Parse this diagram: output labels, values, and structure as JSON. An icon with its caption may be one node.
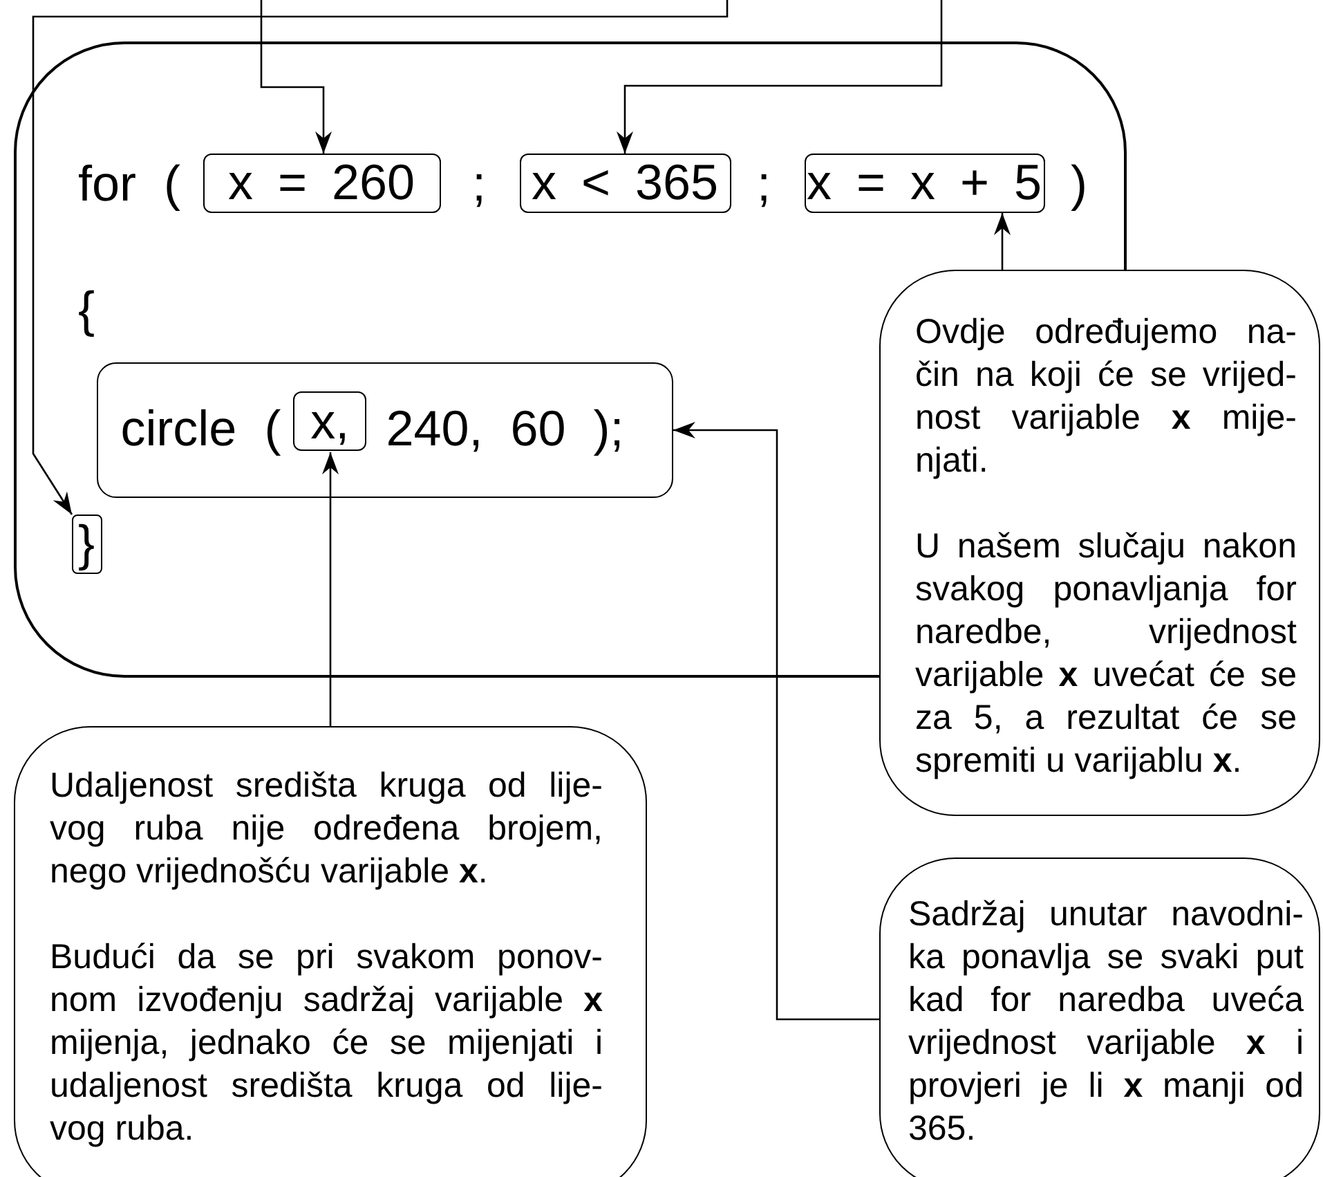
{
  "diagram": {
    "nodes": [
      {
        "text": [
          "for (",
          ";",
          ";",
          ")",
          "{"
        ]
      },
      {
        "text": [
          "x = 260"
        ],
        "in": 0
      },
      {
        "text": [
          "x < 365"
        ],
        "in": 0
      },
      {
        "text": [
          "x = x + 5"
        ],
        "in": 0
      },
      {
        "text": [
          "circle (",
          "240, 60 );"
        ],
        "in": 0
      },
      {
        "text": [
          "x,"
        ],
        "in": 4
      },
      {
        "text": [
          "}"
        ],
        "in": 0
      },
      {
        "text": [
          "Ovdje određujemo na- čin na koji će se vrijed- nost varijable **x** mije- njati.",
          "U našem slučaju nakon svakog ponavljanja for naredbe, vrijednost varijable **x** uvećat će se za 5, a rezultat će se spremiti u varijablu **x**."
        ]
      },
      {
        "text": [
          "Udaljenost središta kruga od lije- vog ruba nije određena brojem, nego vrijednošću varijable **x**.",
          "Budući da se pri svakom ponov- nom izvođenju sadržaj varijable **x** mijenja, jednako će se mijenjati i udaljenost središta kruga od lije- vog ruba."
        ]
      },
      {
        "text": [
          "Sadržaj unutar navodni- ka ponavlja se svaki put kad for naredba uveća vrijednost varijable **x** i provjeri je li **x** manji od 365."
        ]
      }
    ],
    "edges": [
      {
        "from": null,
        "to": 6,
        "arrow": "to"
      },
      {
        "from": null,
        "to": 1,
        "arrow": "to"
      },
      {
        "from": null,
        "to": 2,
        "arrow": "to"
      },
      {
        "from": 7,
        "to": 3,
        "arrow": "to"
      },
      {
        "from": 8,
        "to": 5,
        "arrow": "to"
      },
      {
        "from": 9,
        "to": 4,
        "arrow": "to"
      }
    ]
  }
}
